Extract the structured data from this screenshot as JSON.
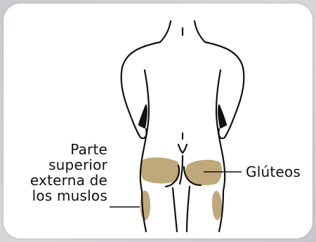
{
  "labels": {
    "thigh_line1": "Parte",
    "thigh_line2": "superior",
    "thigh_line3": "externa de",
    "thigh_line4": "los muslos",
    "buttocks": "Glúteos"
  },
  "colors": {
    "injection_area": "#bfa97a",
    "outline": "#111111",
    "background": "#ffffff"
  }
}
